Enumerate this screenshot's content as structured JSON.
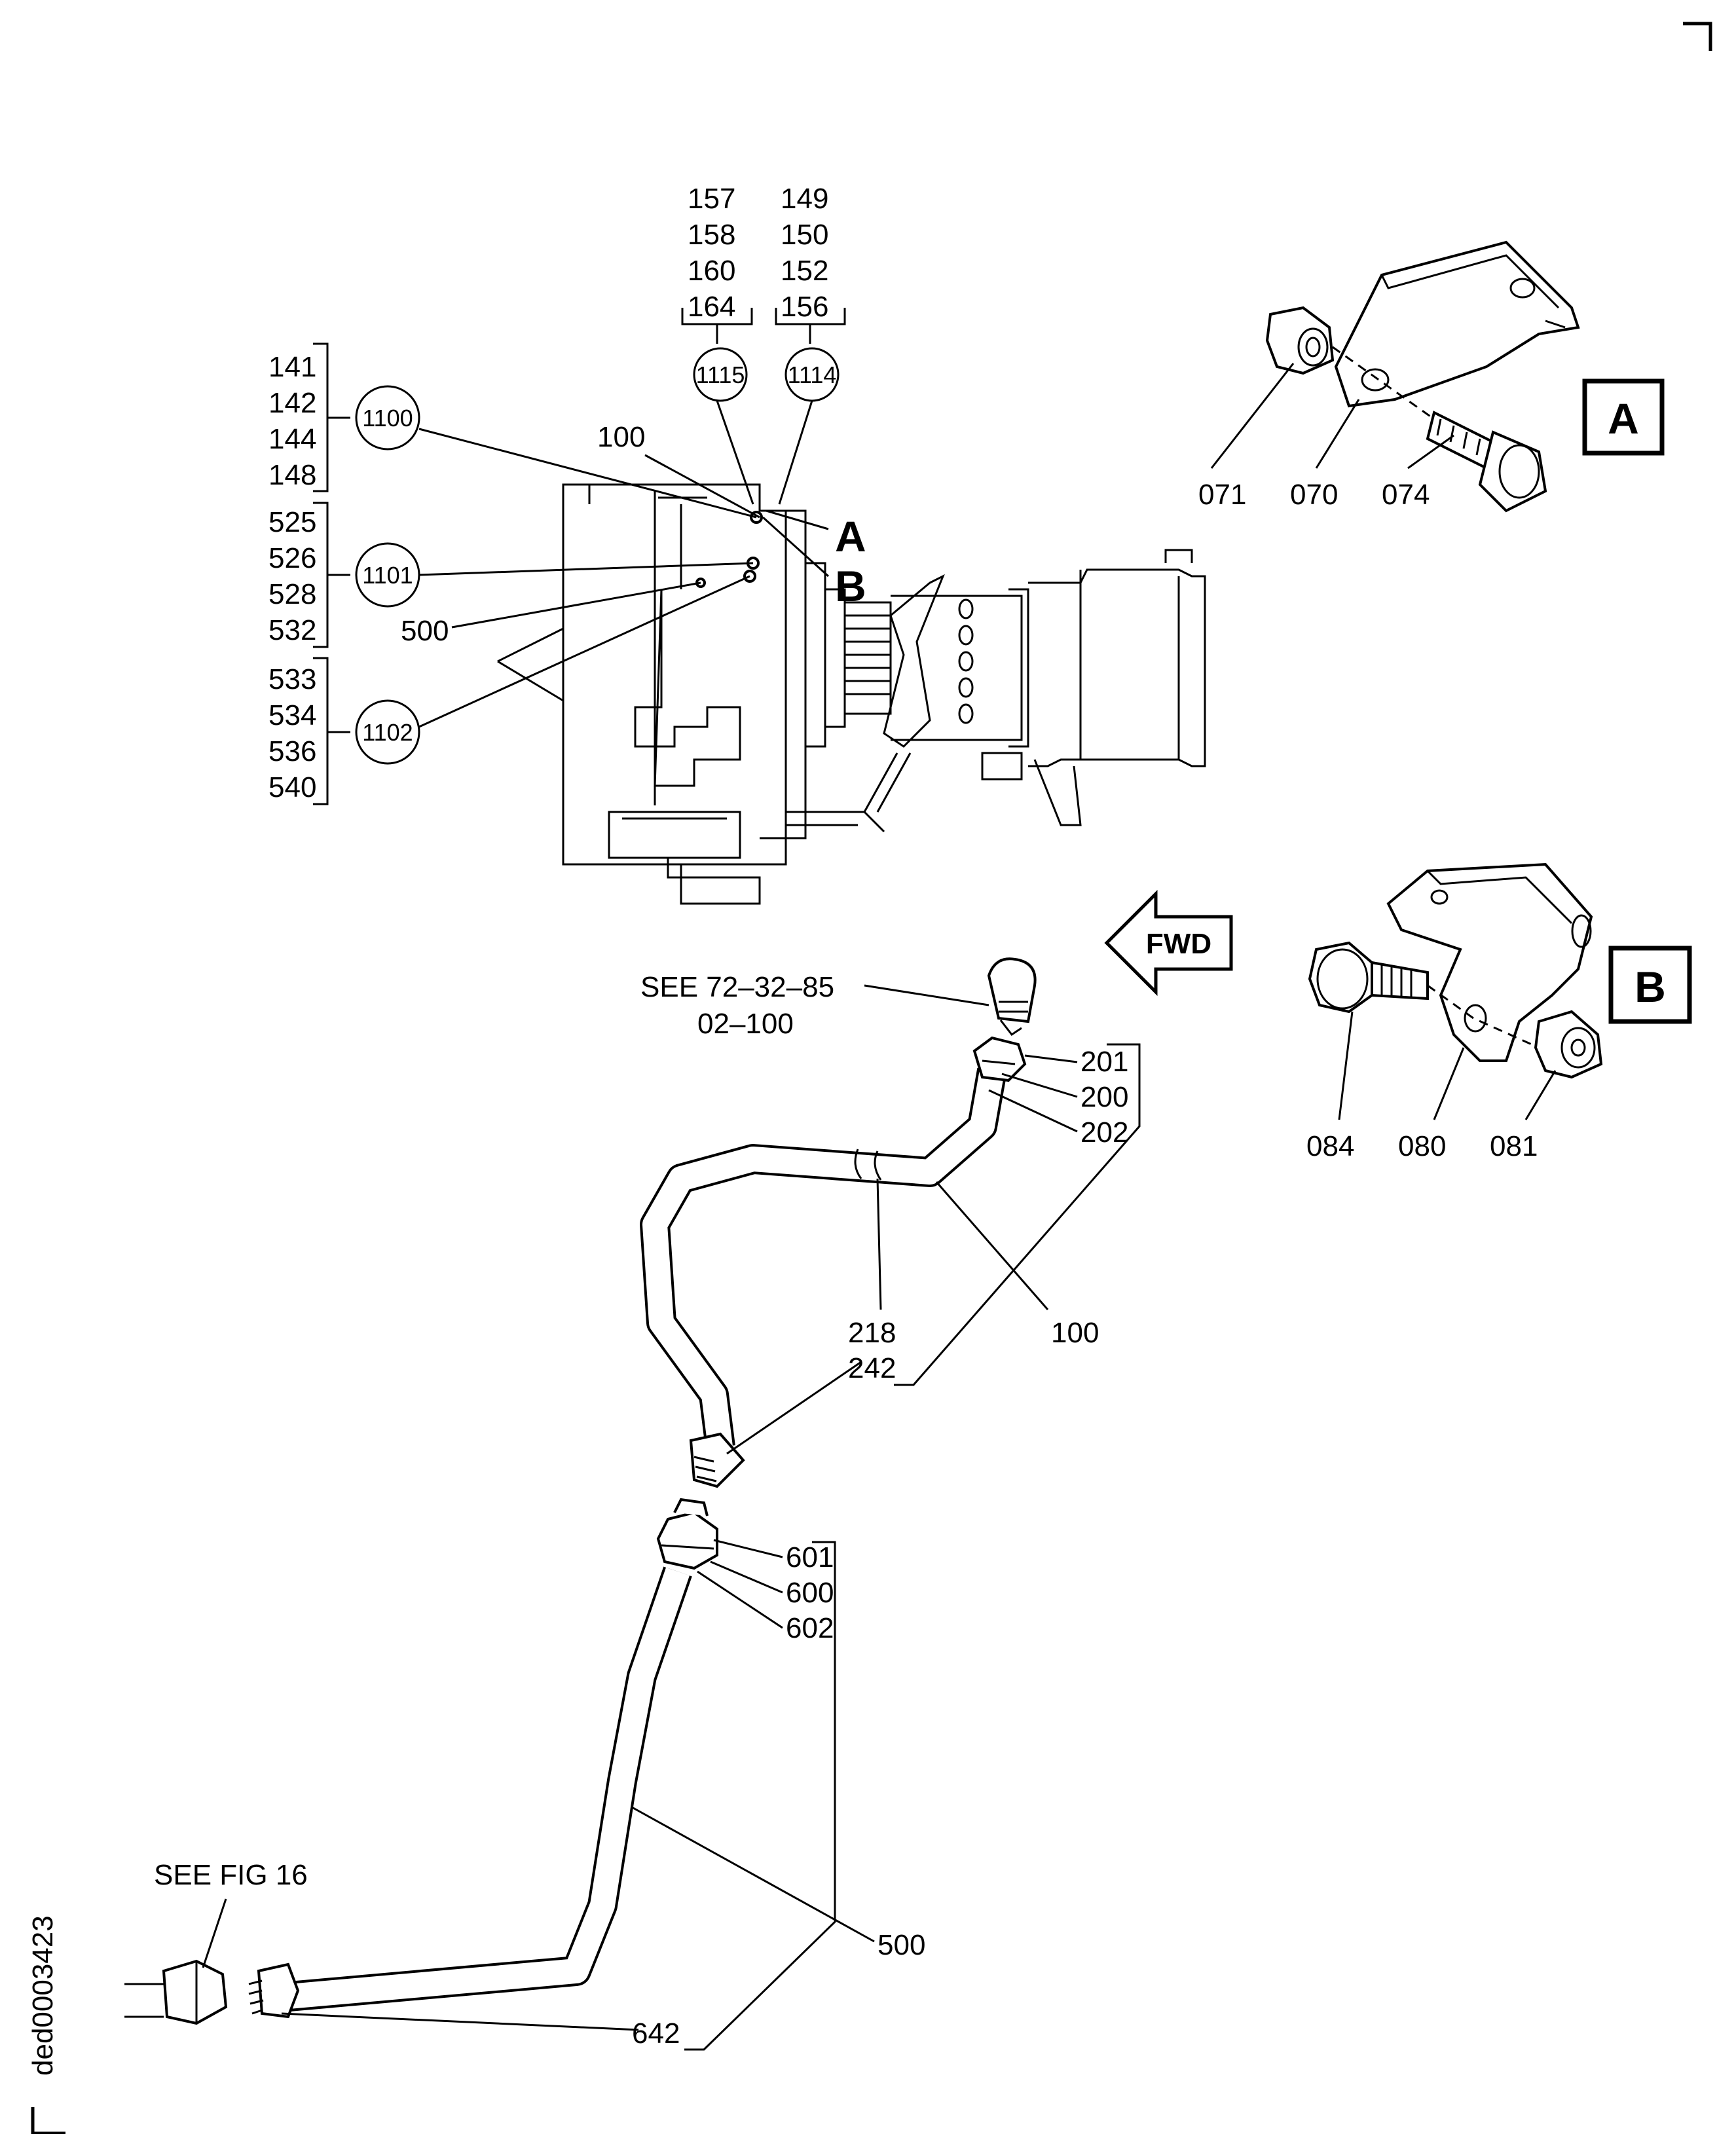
{
  "drawing_id": "ded0003423",
  "fwd_label": "FWD",
  "detail_letters": {
    "a": "A",
    "b": "B"
  },
  "top_refs": {
    "left_col": [
      "157",
      "158",
      "160",
      "164"
    ],
    "right_col": [
      "149",
      "150",
      "152",
      "156"
    ],
    "circle_left": "1115",
    "circle_right": "1114"
  },
  "left_groups": {
    "g1": {
      "items": [
        "141",
        "142",
        "144",
        "148"
      ],
      "circle": "1100"
    },
    "g2": {
      "items": [
        "525",
        "526",
        "528",
        "532"
      ],
      "circle": "1101"
    },
    "g3": {
      "items": [
        "533",
        "534",
        "536",
        "540"
      ],
      "circle": "1102"
    }
  },
  "engine_labels": {
    "item_100": "100",
    "item_500": "500"
  },
  "detail_a": {
    "labels": [
      "071",
      "070",
      "074"
    ]
  },
  "detail_b": {
    "labels": [
      "084",
      "080",
      "081"
    ]
  },
  "see_ref": {
    "line1": "SEE 72–32–85",
    "line2": "02–100"
  },
  "upper_tube": {
    "l201": "201",
    "l200": "200",
    "l202": "202",
    "l218": "218",
    "l242": "242",
    "l100": "100"
  },
  "lower_tube": {
    "l601": "601",
    "l600": "600",
    "l602": "602",
    "l500": "500",
    "l642": "642"
  },
  "see_fig": "SEE FIG 16"
}
